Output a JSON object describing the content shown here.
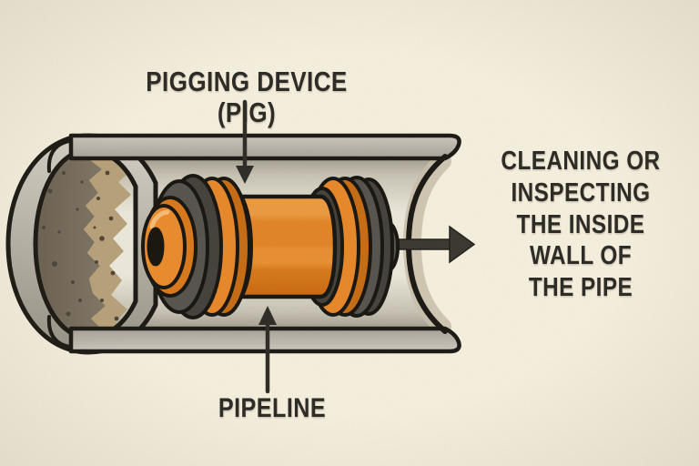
{
  "labels": {
    "title_line1": "PIGGING DEVICE",
    "title_line2": "(PIG)",
    "result": "CLEANING OR\nINSPECTING\nTHE INSIDE\nWALL OF\nTHE PIPE",
    "pipeline": "PIPELINE"
  },
  "icons": {
    "pigging_device_pointer": "arrow-down-icon",
    "pipeline_pointer": "arrow-up-icon",
    "flow_direction": "arrow-right-icon"
  },
  "colors": {
    "background": "#f6f0df",
    "text": "#2e2c27",
    "outline": "#1b1914",
    "pig_orange": "#e28528",
    "pig_orange_light": "#ec9a40",
    "pig_orange_dark": "#c96a10",
    "cup_dark_front": "#56544d",
    "cup_dark_back": "#44423b",
    "pipe_gray": "#b5b1a6",
    "interior_light": "#ece9dc",
    "corrosion_dark": "#776c5c",
    "corrosion_tan": "#b7a17a",
    "arrow": "#3a3831"
  }
}
